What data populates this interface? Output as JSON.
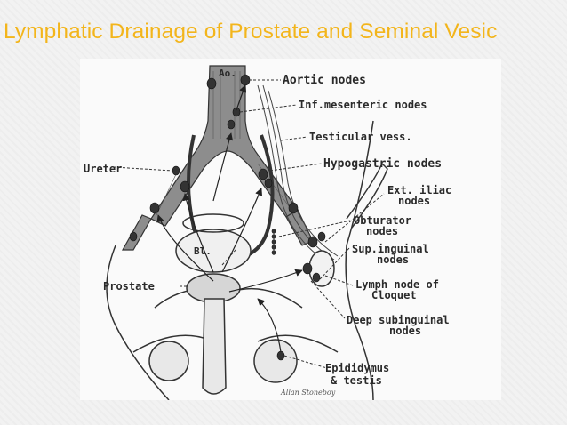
{
  "slide": {
    "title": "Lymphatic Drainage of Prostate and Seminal Vesic"
  },
  "figure": {
    "labels": {
      "ao": "Ao.",
      "aortic": "Aortic nodes",
      "inf_mesenteric": "Inf.mesenteric nodes",
      "testicular": "Testicular vess.",
      "hypogastric": "Hypogastric nodes",
      "ureter": "Ureter",
      "ext_iliac_1": "Ext. iliac",
      "ext_iliac_2": "nodes",
      "obturator_1": "Obturator",
      "obturator_2": "nodes",
      "bl": "Bl.",
      "sup_inguinal_1": "Sup.inguinal",
      "sup_inguinal_2": "nodes",
      "prostate": "Prostate",
      "cloquet_1": "Lymph node of",
      "cloquet_2": "Cloquet",
      "deep_subinguinal_1": "Deep subinguinal",
      "deep_subinguinal_2": "nodes",
      "epididymus_1": "Epididymus",
      "epididymus_2": "& testis",
      "signature": "Allan Stoneboy"
    }
  },
  "colors": {
    "title": "#f3b51b",
    "ink": "#2a2a2a",
    "vessel_fill": "#8d8d8d"
  }
}
